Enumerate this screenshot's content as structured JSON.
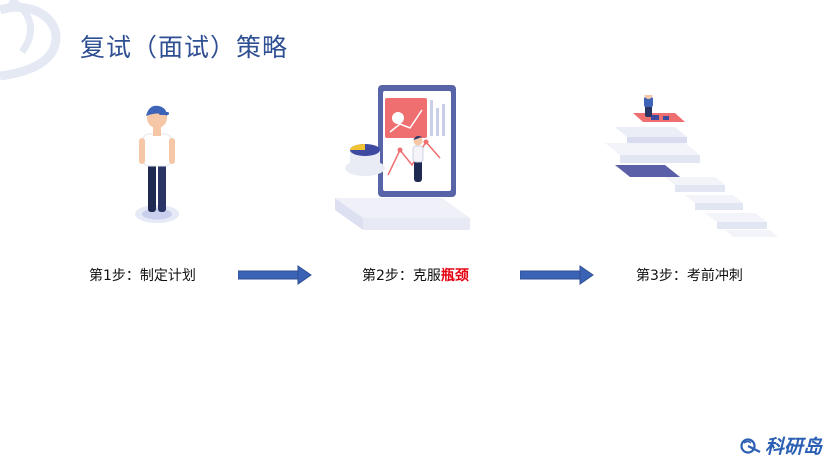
{
  "title": "复试（面试）策略",
  "steps": [
    {
      "prefix": "第1步：",
      "text": "制定计划",
      "highlight": ""
    },
    {
      "prefix": "第2步：",
      "text": "克服",
      "highlight": "瓶颈"
    },
    {
      "prefix": "第3步：",
      "text": "考前冲刺",
      "highlight": ""
    }
  ],
  "logo": {
    "text": "科研岛",
    "icon": "logo-mark-icon"
  },
  "colors": {
    "title": "#2f4f93",
    "arrow": "#3b63b5",
    "highlight": "#e60012",
    "logo": "#2b5fb3"
  }
}
